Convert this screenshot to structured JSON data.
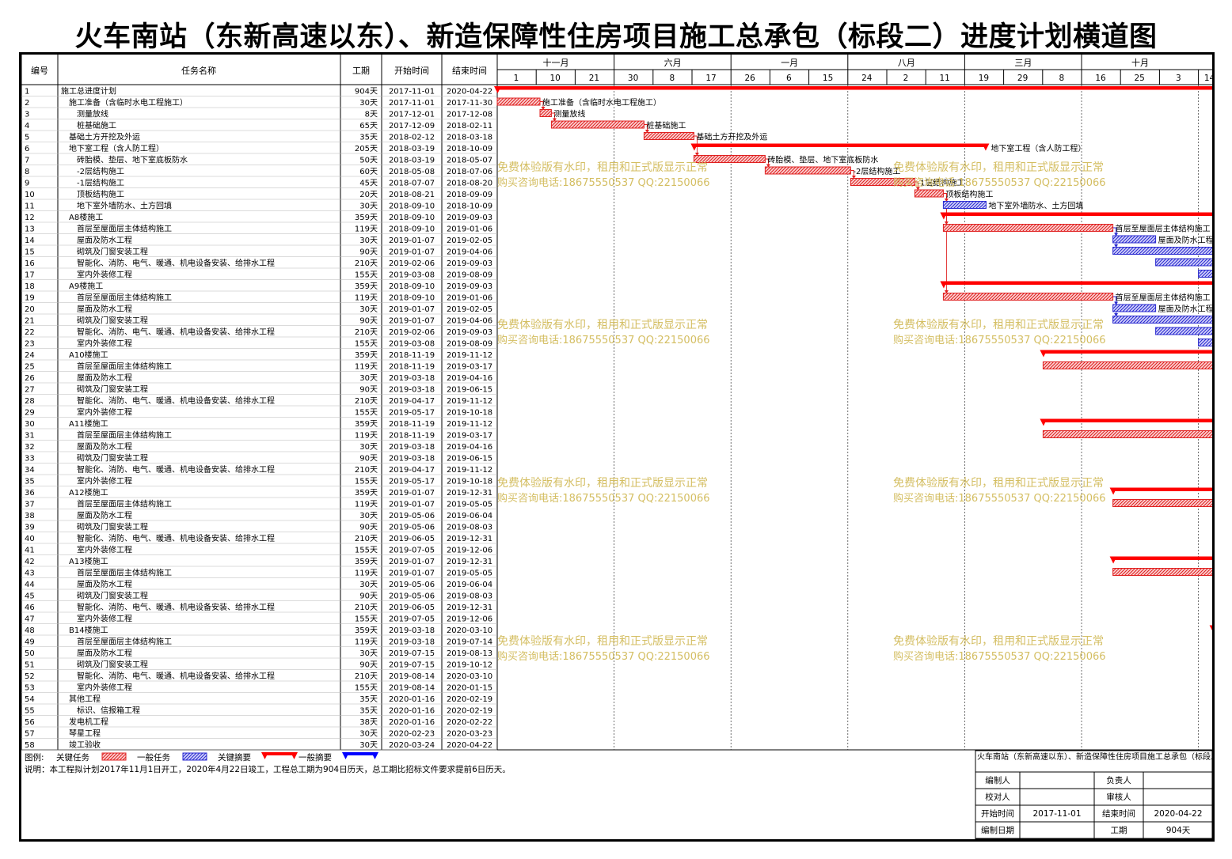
{
  "title": "火车南站（东新高速以东）、新造保障性住房项目施工总承包（标段二）进度计划横道图",
  "table": {
    "headers": [
      "编号",
      "任务名称",
      "工期",
      "开始时间",
      "结束时间"
    ]
  },
  "timescale": {
    "months": [
      "十一月",
      "六月",
      "一月",
      "八月",
      "三月",
      "十月"
    ],
    "days": [
      "1",
      "10",
      "21",
      "30",
      "8",
      "17",
      "26",
      "6",
      "15",
      "24",
      "2",
      "11",
      "19",
      "29",
      "8",
      "16",
      "25",
      "3",
      "14"
    ]
  },
  "chart_data": {
    "type": "gantt",
    "tasks": [
      {
        "id": "1",
        "name": "施工总进度计划",
        "duration": "904天",
        "start": "2017-11-01",
        "end": "2020-04-22",
        "kind": "summary",
        "level": 0
      },
      {
        "id": "2",
        "name": "施工准备（含临时水电工程施工）",
        "duration": "30天",
        "start": "2017-11-01",
        "end": "2017-11-30",
        "kind": "critical",
        "level": 1
      },
      {
        "id": "3",
        "name": "测量放线",
        "duration": "8天",
        "start": "2017-12-01",
        "end": "2017-12-08",
        "kind": "critical",
        "level": 2
      },
      {
        "id": "4",
        "name": "桩基础施工",
        "duration": "65天",
        "start": "2017-12-09",
        "end": "2018-02-11",
        "kind": "critical",
        "level": 2
      },
      {
        "id": "5",
        "name": "基础土方开挖及外运",
        "duration": "35天",
        "start": "2018-02-12",
        "end": "2018-03-18",
        "kind": "critical",
        "level": 1
      },
      {
        "id": "6",
        "name": "地下室工程（含人防工程）",
        "duration": "205天",
        "start": "2018-03-19",
        "end": "2018-10-09",
        "kind": "summary",
        "level": 1
      },
      {
        "id": "7",
        "name": "砖胎模、垫层、地下室底板防水",
        "duration": "50天",
        "start": "2018-03-19",
        "end": "2018-05-07",
        "kind": "critical",
        "level": 2
      },
      {
        "id": "8",
        "name": "-2层结构施工",
        "duration": "60天",
        "start": "2018-05-08",
        "end": "2018-07-06",
        "kind": "critical",
        "level": 2
      },
      {
        "id": "9",
        "name": "-1层结构施工",
        "duration": "45天",
        "start": "2018-07-07",
        "end": "2018-08-20",
        "kind": "critical",
        "level": 2
      },
      {
        "id": "10",
        "name": "顶板结构施工",
        "duration": "20天",
        "start": "2018-08-21",
        "end": "2018-09-09",
        "kind": "critical",
        "level": 2
      },
      {
        "id": "11",
        "name": "地下室外墙防水、土方回填",
        "duration": "30天",
        "start": "2018-09-10",
        "end": "2018-10-09",
        "kind": "normal",
        "level": 2
      },
      {
        "id": "12",
        "name": "A8楼施工",
        "duration": "359天",
        "start": "2018-09-10",
        "end": "2019-09-03",
        "kind": "summary",
        "level": 1
      },
      {
        "id": "13",
        "name": "首层至屋面层主体结构施工",
        "duration": "119天",
        "start": "2018-09-10",
        "end": "2019-01-06",
        "kind": "critical",
        "level": 2
      },
      {
        "id": "14",
        "name": "屋面及防水工程",
        "duration": "30天",
        "start": "2019-01-07",
        "end": "2019-02-05",
        "kind": "normal",
        "level": 2
      },
      {
        "id": "15",
        "name": "砌筑及门窗安装工程",
        "duration": "90天",
        "start": "2019-01-07",
        "end": "2019-04-06",
        "kind": "normal",
        "level": 2
      },
      {
        "id": "16",
        "name": "智能化、消防、电气、暖通、机电设备安装、给排水工程",
        "duration": "210天",
        "start": "2019-02-06",
        "end": "2019-09-03",
        "kind": "normal",
        "level": 2
      },
      {
        "id": "17",
        "name": "室内外装修工程",
        "duration": "155天",
        "start": "2019-03-08",
        "end": "2019-08-09",
        "kind": "normal",
        "level": 2
      },
      {
        "id": "18",
        "name": "A9楼施工",
        "duration": "359天",
        "start": "2018-09-10",
        "end": "2019-09-03",
        "kind": "summary",
        "level": 1
      },
      {
        "id": "19",
        "name": "首层至屋面层主体结构施工",
        "duration": "119天",
        "start": "2018-09-10",
        "end": "2019-01-06",
        "kind": "critical",
        "level": 2
      },
      {
        "id": "20",
        "name": "屋面及防水工程",
        "duration": "30天",
        "start": "2019-01-07",
        "end": "2019-02-05",
        "kind": "normal",
        "level": 2
      },
      {
        "id": "21",
        "name": "砌筑及门窗安装工程",
        "duration": "90天",
        "start": "2019-01-07",
        "end": "2019-04-06",
        "kind": "normal",
        "level": 2
      },
      {
        "id": "22",
        "name": "智能化、消防、电气、暖通、机电设备安装、给排水工程",
        "duration": "210天",
        "start": "2019-02-06",
        "end": "2019-09-03",
        "kind": "normal",
        "level": 2
      },
      {
        "id": "23",
        "name": "室内外装修工程",
        "duration": "155天",
        "start": "2019-03-08",
        "end": "2019-08-09",
        "kind": "normal",
        "level": 2
      },
      {
        "id": "24",
        "name": "A10楼施工",
        "duration": "359天",
        "start": "2018-11-19",
        "end": "2019-11-12",
        "kind": "summary",
        "level": 1
      },
      {
        "id": "25",
        "name": "首层至屋面层主体结构施工",
        "duration": "119天",
        "start": "2018-11-19",
        "end": "2019-03-17",
        "kind": "critical",
        "level": 2
      },
      {
        "id": "26",
        "name": "屋面及防水工程",
        "duration": "30天",
        "start": "2019-03-18",
        "end": "2019-04-16",
        "kind": "normal",
        "level": 2
      },
      {
        "id": "27",
        "name": "砌筑及门窗安装工程",
        "duration": "90天",
        "start": "2019-03-18",
        "end": "2019-06-15",
        "kind": "normal",
        "level": 2
      },
      {
        "id": "28",
        "name": "智能化、消防、电气、暖通、机电设备安装、给排水工程",
        "duration": "210天",
        "start": "2019-04-17",
        "end": "2019-11-12",
        "kind": "normal",
        "level": 2
      },
      {
        "id": "29",
        "name": "室内外装修工程",
        "duration": "155天",
        "start": "2019-05-17",
        "end": "2019-10-18",
        "kind": "normal",
        "level": 2
      },
      {
        "id": "30",
        "name": "A11楼施工",
        "duration": "359天",
        "start": "2018-11-19",
        "end": "2019-11-12",
        "kind": "summary",
        "level": 1
      },
      {
        "id": "31",
        "name": "首层至屋面层主体结构施工",
        "duration": "119天",
        "start": "2018-11-19",
        "end": "2019-03-17",
        "kind": "critical",
        "level": 2
      },
      {
        "id": "32",
        "name": "屋面及防水工程",
        "duration": "30天",
        "start": "2019-03-18",
        "end": "2019-04-16",
        "kind": "normal",
        "level": 2
      },
      {
        "id": "33",
        "name": "砌筑及门窗安装工程",
        "duration": "90天",
        "start": "2019-03-18",
        "end": "2019-06-15",
        "kind": "normal",
        "level": 2
      },
      {
        "id": "34",
        "name": "智能化、消防、电气、暖通、机电设备安装、给排水工程",
        "duration": "210天",
        "start": "2019-04-17",
        "end": "2019-11-12",
        "kind": "normal",
        "level": 2
      },
      {
        "id": "35",
        "name": "室内外装修工程",
        "duration": "155天",
        "start": "2019-05-17",
        "end": "2019-10-18",
        "kind": "normal",
        "level": 2
      },
      {
        "id": "36",
        "name": "A12楼施工",
        "duration": "359天",
        "start": "2019-01-07",
        "end": "2019-12-31",
        "kind": "summary",
        "level": 1
      },
      {
        "id": "37",
        "name": "首层至屋面层主体结构施工",
        "duration": "119天",
        "start": "2019-01-07",
        "end": "2019-05-05",
        "kind": "critical",
        "level": 2
      },
      {
        "id": "38",
        "name": "屋面及防水工程",
        "duration": "30天",
        "start": "2019-05-06",
        "end": "2019-06-04",
        "kind": "normal",
        "level": 2
      },
      {
        "id": "39",
        "name": "砌筑及门窗安装工程",
        "duration": "90天",
        "start": "2019-05-06",
        "end": "2019-08-03",
        "kind": "critical",
        "level": 2
      },
      {
        "id": "40",
        "name": "智能化、消防、电气、暖通、机电设备安装、给排水工程",
        "duration": "210天",
        "start": "2019-06-05",
        "end": "2019-12-31",
        "kind": "critical",
        "level": 2
      },
      {
        "id": "41",
        "name": "室内外装修工程",
        "duration": "155天",
        "start": "2019-07-05",
        "end": "2019-12-06",
        "kind": "critical",
        "level": 2
      },
      {
        "id": "42",
        "name": "A13楼施工",
        "duration": "359天",
        "start": "2019-01-07",
        "end": "2019-12-31",
        "kind": "summary",
        "level": 1
      },
      {
        "id": "43",
        "name": "首层至屋面层主体结构施工",
        "duration": "119天",
        "start": "2019-01-07",
        "end": "2019-05-05",
        "kind": "critical",
        "level": 2
      },
      {
        "id": "44",
        "name": "屋面及防水工程",
        "duration": "30天",
        "start": "2019-05-06",
        "end": "2019-06-04",
        "kind": "normal",
        "level": 2
      },
      {
        "id": "45",
        "name": "砌筑及门窗安装工程",
        "duration": "90天",
        "start": "2019-05-06",
        "end": "2019-08-03",
        "kind": "critical",
        "level": 2
      },
      {
        "id": "46",
        "name": "智能化、消防、电气、暖通、机电设备安装、给排水工程",
        "duration": "210天",
        "start": "2019-06-05",
        "end": "2019-12-31",
        "kind": "critical",
        "level": 2
      },
      {
        "id": "47",
        "name": "室内外装修工程",
        "duration": "155天",
        "start": "2019-07-05",
        "end": "2019-12-06",
        "kind": "critical",
        "level": 2
      },
      {
        "id": "48",
        "name": "B14楼施工",
        "duration": "359天",
        "start": "2019-03-18",
        "end": "2020-03-10",
        "kind": "summary",
        "level": 1
      },
      {
        "id": "49",
        "name": "首层至屋面层主体结构施工",
        "duration": "119天",
        "start": "2019-03-18",
        "end": "2019-07-14",
        "kind": "critical",
        "level": 2
      },
      {
        "id": "50",
        "name": "屋面及防水工程",
        "duration": "30天",
        "start": "2019-07-15",
        "end": "2019-08-13",
        "kind": "normal",
        "level": 2
      },
      {
        "id": "51",
        "name": "砌筑及门窗安装工程",
        "duration": "90天",
        "start": "2019-07-15",
        "end": "2019-10-12",
        "kind": "critical",
        "level": 2
      },
      {
        "id": "52",
        "name": "智能化、消防、电气、暖通、机电设备安装、给排水工程",
        "duration": "210天",
        "start": "2019-08-14",
        "end": "2020-03-10",
        "kind": "normal",
        "level": 2
      },
      {
        "id": "53",
        "name": "室内外装修工程",
        "duration": "155天",
        "start": "2019-08-14",
        "end": "2020-01-15",
        "kind": "critical",
        "level": 2
      },
      {
        "id": "54",
        "name": "其他工程",
        "duration": "35天",
        "start": "2020-01-16",
        "end": "2020-02-19",
        "kind": "summary-blue",
        "level": 1
      },
      {
        "id": "55",
        "name": "标识、信报箱工程",
        "duration": "35天",
        "start": "2020-01-16",
        "end": "2020-02-19",
        "kind": "normal",
        "level": 2
      },
      {
        "id": "56",
        "name": "发电机工程",
        "duration": "38天",
        "start": "2020-01-16",
        "end": "2020-02-22",
        "kind": "critical",
        "level": 1
      },
      {
        "id": "57",
        "name": "琴星工程",
        "duration": "30天",
        "start": "2020-02-23",
        "end": "2020-03-23",
        "kind": "critical",
        "level": 1
      },
      {
        "id": "58",
        "name": "竣工验收",
        "duration": "30天",
        "start": "2020-03-24",
        "end": "2020-04-22",
        "kind": "critical",
        "level": 1
      }
    ]
  },
  "watermark": {
    "line1": "免费体验版有水印，租用和正式版显示正常",
    "line2": "购买咨询电话:18675550537 QQ:22150066"
  },
  "legend": {
    "label": "图例:",
    "items": [
      "关键任务",
      "一般任务",
      "关键摘要",
      "一般摘要"
    ],
    "note": "说明：本工程拟计划2017年11月1日开工，2020年4月22日竣工，工程总工期为904日历天，总工期比招标文件要求提前6日历天。"
  },
  "info_box": {
    "project": "火车南站（东新高速以东）、新造保障性住房项目施工总承包（标段二）",
    "editor_label": "编制人",
    "lead_label": "负责人",
    "checker_label": "校对人",
    "reviewer_label": "审核人",
    "start_label": "开始时间",
    "start_value": "2017-11-01",
    "end_label": "结束时间",
    "end_value": "2020-04-22",
    "date_label": "编制日期",
    "duration_label": "工期",
    "duration_value": "904天"
  },
  "colors": {
    "critical": "#e02020",
    "normal": "#2a2ad0",
    "summary": "#ff0000",
    "summary_blue": "#0000ff",
    "watermark": "#d4be62",
    "grid": "#b8b8b8"
  }
}
